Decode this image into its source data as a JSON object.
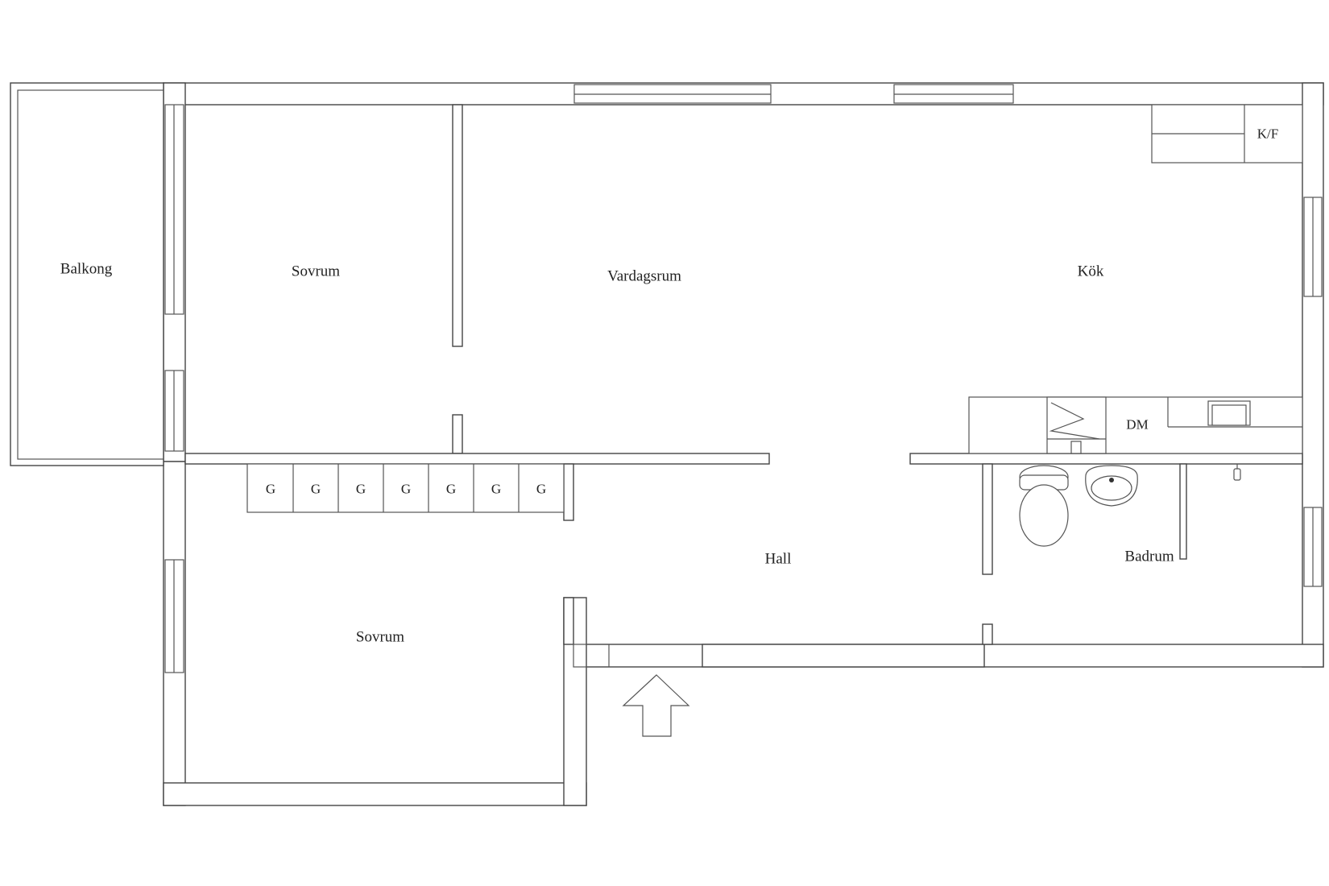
{
  "rooms": {
    "balkong": "Balkong",
    "sovrum_top": "Sovrum",
    "vardagsrum": "Vardagsrum",
    "kok": "Kök",
    "hall": "Hall",
    "badrum": "Badrum",
    "sovrum_bottom": "Sovrum"
  },
  "appliances": {
    "fridge_freezer": "K/F",
    "dishwasher": "DM"
  },
  "wardrobes": [
    "G",
    "G",
    "G",
    "G",
    "G",
    "G",
    "G"
  ],
  "colors": {
    "line": "#444444",
    "background": "#ffffff",
    "text": "#222222"
  }
}
